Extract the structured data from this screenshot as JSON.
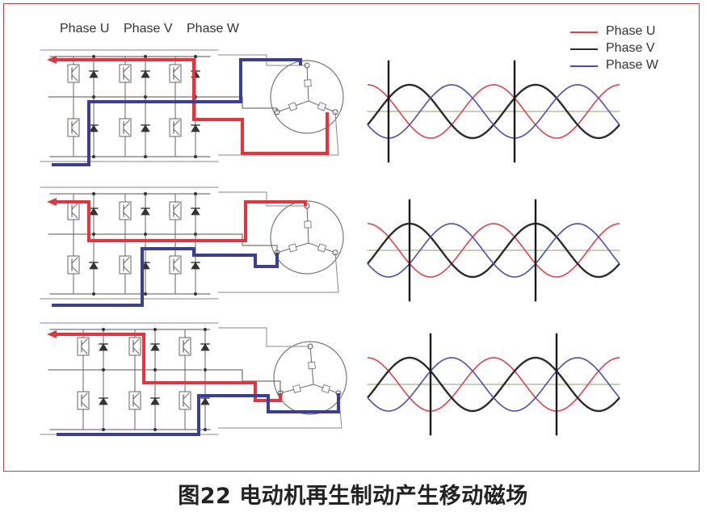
{
  "header_labels": [
    "Phase U",
    "Phase V",
    "Phase W"
  ],
  "legend": [
    {
      "name": "Phase U",
      "color": "#e0434a"
    },
    {
      "name": "Phase V",
      "color": "#2b2b2b"
    },
    {
      "name": "Phase W",
      "color": "#4a4fb0"
    }
  ],
  "colors": {
    "current_red": "#e8333d",
    "current_blue": "#3a3f94",
    "wire": "#555555",
    "frame": "#b6464b"
  },
  "caption": "图22 电动机再生制动产生移动磁场",
  "chart_data": {
    "type": "line",
    "title": "",
    "series": [
      {
        "name": "Phase U",
        "phase_deg": 0
      },
      {
        "name": "Phase V",
        "phase_deg": -120
      },
      {
        "name": "Phase W",
        "phase_deg": 120
      }
    ],
    "panels": 3,
    "cursor_shift_per_panel_deg": 60
  }
}
